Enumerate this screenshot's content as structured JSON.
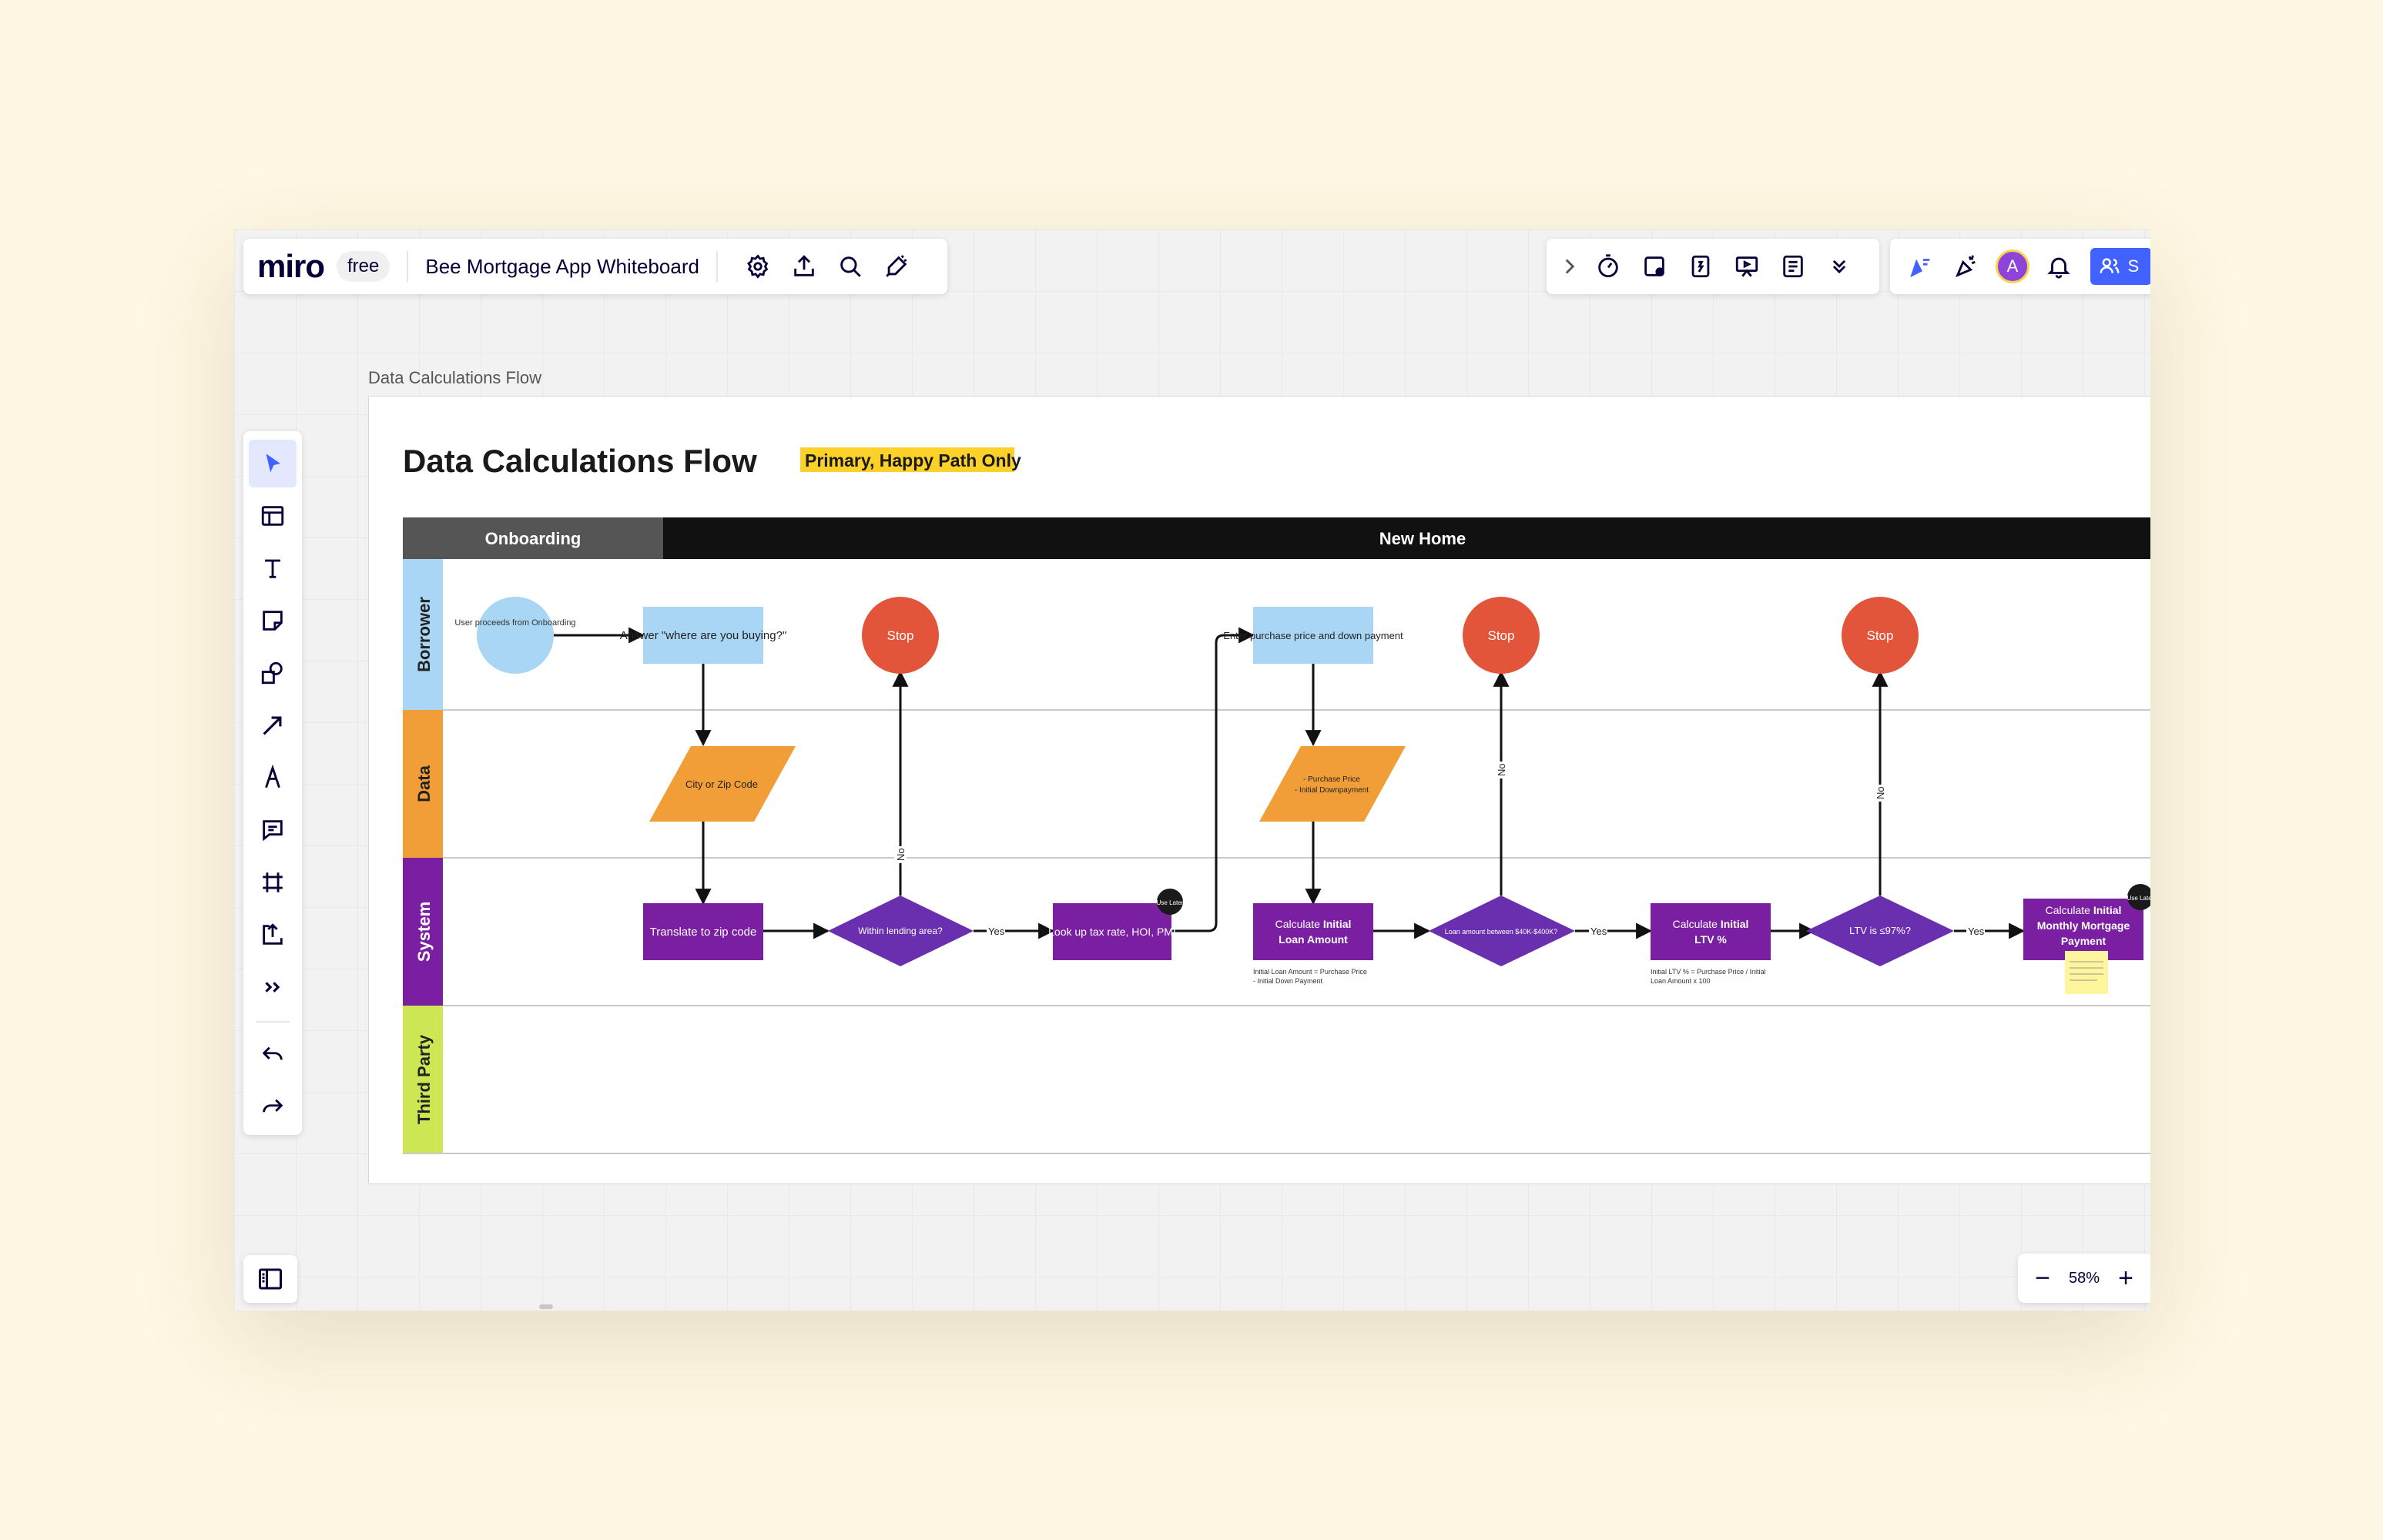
{
  "app": {
    "logo": "miro",
    "plan_badge": "free",
    "board_title": "Bee Mortgage App Whiteboard"
  },
  "colors": {
    "accent": "#4262ff",
    "purple": "#7b1fa2",
    "diamond": "#6a2fae",
    "stop": "#e2553a",
    "data_orange": "#f19e38",
    "borrower_blue": "#a9d6f5",
    "third_party_green": "#cde654",
    "highlight": "#fcd12a"
  },
  "top_icons": [
    "settings-icon",
    "export-icon",
    "search-icon",
    "magic-icon"
  ],
  "collab_icons": [
    "chevron-right-icon",
    "timer-icon",
    "sticky-note-icon",
    "vote-icon",
    "presentation-icon",
    "notes-icon",
    "more-chevron-icon"
  ],
  "right_icons": [
    "reactions-icon",
    "celebrate-icon",
    "avatar",
    "bell-icon",
    "share-icon"
  ],
  "user": {
    "initial": "A"
  },
  "share": {
    "label": "S"
  },
  "zoom": {
    "level": "58%",
    "minus": "−",
    "plus": "+"
  },
  "toolbar": [
    "select",
    "templates",
    "text",
    "sticky-note",
    "shapes",
    "connection-line",
    "pen",
    "comment",
    "frame",
    "upload",
    "more",
    "undo",
    "redo"
  ],
  "frame": {
    "label": "Data Calculations Flow"
  },
  "diagram": {
    "title": "Data Calculations Flow",
    "tag": "Primary, Happy Path Only",
    "phases": [
      "Onboarding",
      "New Home"
    ],
    "lanes": [
      "Borrower",
      "Data",
      "System",
      "Third Party"
    ],
    "nodes": {
      "start": "User proceeds from Onboarding",
      "answer": "Answer \"where are you buying?\"",
      "city": "City or Zip Code",
      "translate": "Translate to zip code",
      "within": "Within lending area?",
      "stop1": "Stop",
      "lookup": "Look up tax rate, HOI, PMI",
      "use_later": "Use Later",
      "enter_price": "Enter purchase price and down payment",
      "price_data_1": "- Purchase Price",
      "price_data_2": "- Initial Downpayment",
      "calc_loan_1": "Calculate",
      "calc_loan_2": "Initial",
      "calc_loan_3": "Loan Amount",
      "calc_loan_note_1": "Initial Loan Amount = Purchase Price",
      "calc_loan_note_2": "- Initial Down Payment",
      "loan_between": "Loan amount between $40K-$400K?",
      "stop2": "Stop",
      "calc_ltv_1": "Calculate",
      "calc_ltv_2": "Initial",
      "calc_ltv_3": "LTV %",
      "calc_ltv_note_1": "Initial LTV % = Purchase Price / Initial",
      "calc_ltv_note_2": "Loan Amount x 100",
      "ltv_check": "LTV is ≤97%?",
      "stop3": "Stop",
      "calc_mort_1": "Calculate",
      "calc_mort_2": "Initial",
      "calc_mort_3": "Monthly Mortgage",
      "calc_mort_4": "Payment",
      "use_later_2": "Use Later"
    },
    "edge_labels": {
      "yes": "Yes",
      "no": "No"
    }
  }
}
